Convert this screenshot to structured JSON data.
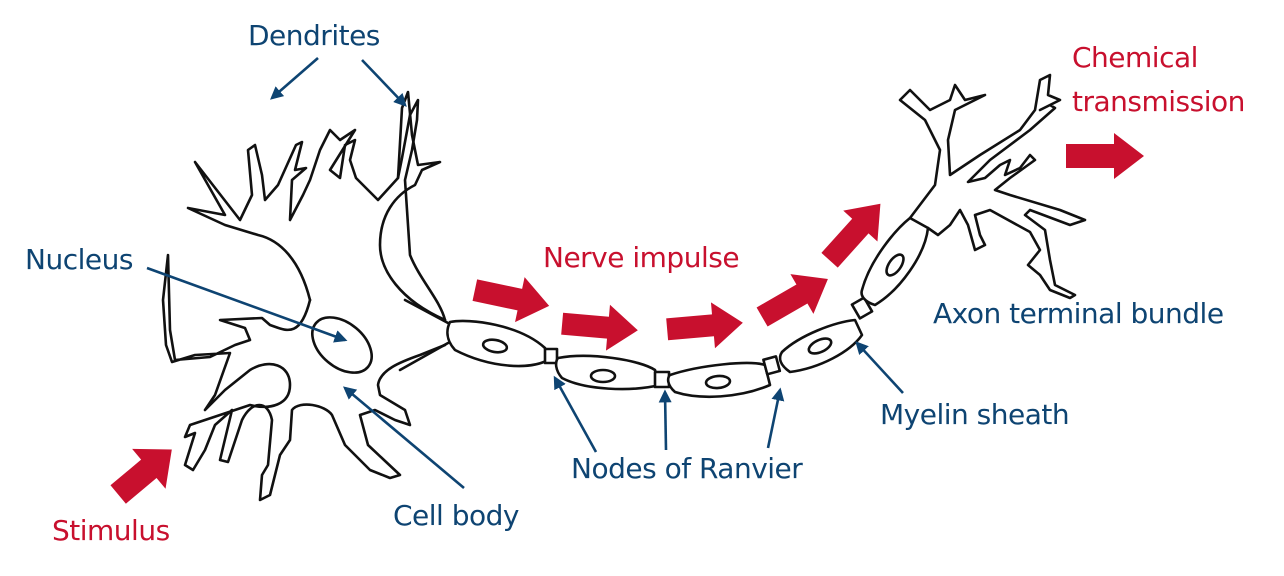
{
  "title": "Neuron structure and nerve impulse",
  "colors": {
    "label_blue": "#0e4472",
    "label_red": "#c8102e",
    "arrow_red": "#c8102e",
    "outline": "#111111",
    "background": "#ffffff"
  },
  "structure_labels": {
    "dendrites": "Dendrites",
    "nucleus": "Nucleus",
    "cell_body": "Cell body",
    "nodes_of_ranvier": "Nodes of Ranvier",
    "myelin_sheath": "Myelin sheath",
    "axon_terminal_bundle": "Axon terminal bundle"
  },
  "process_labels": {
    "stimulus": "Stimulus",
    "nerve_impulse": "Nerve impulse",
    "chemical_transmission_line1": "Chemical",
    "chemical_transmission_line2": "transmission"
  }
}
